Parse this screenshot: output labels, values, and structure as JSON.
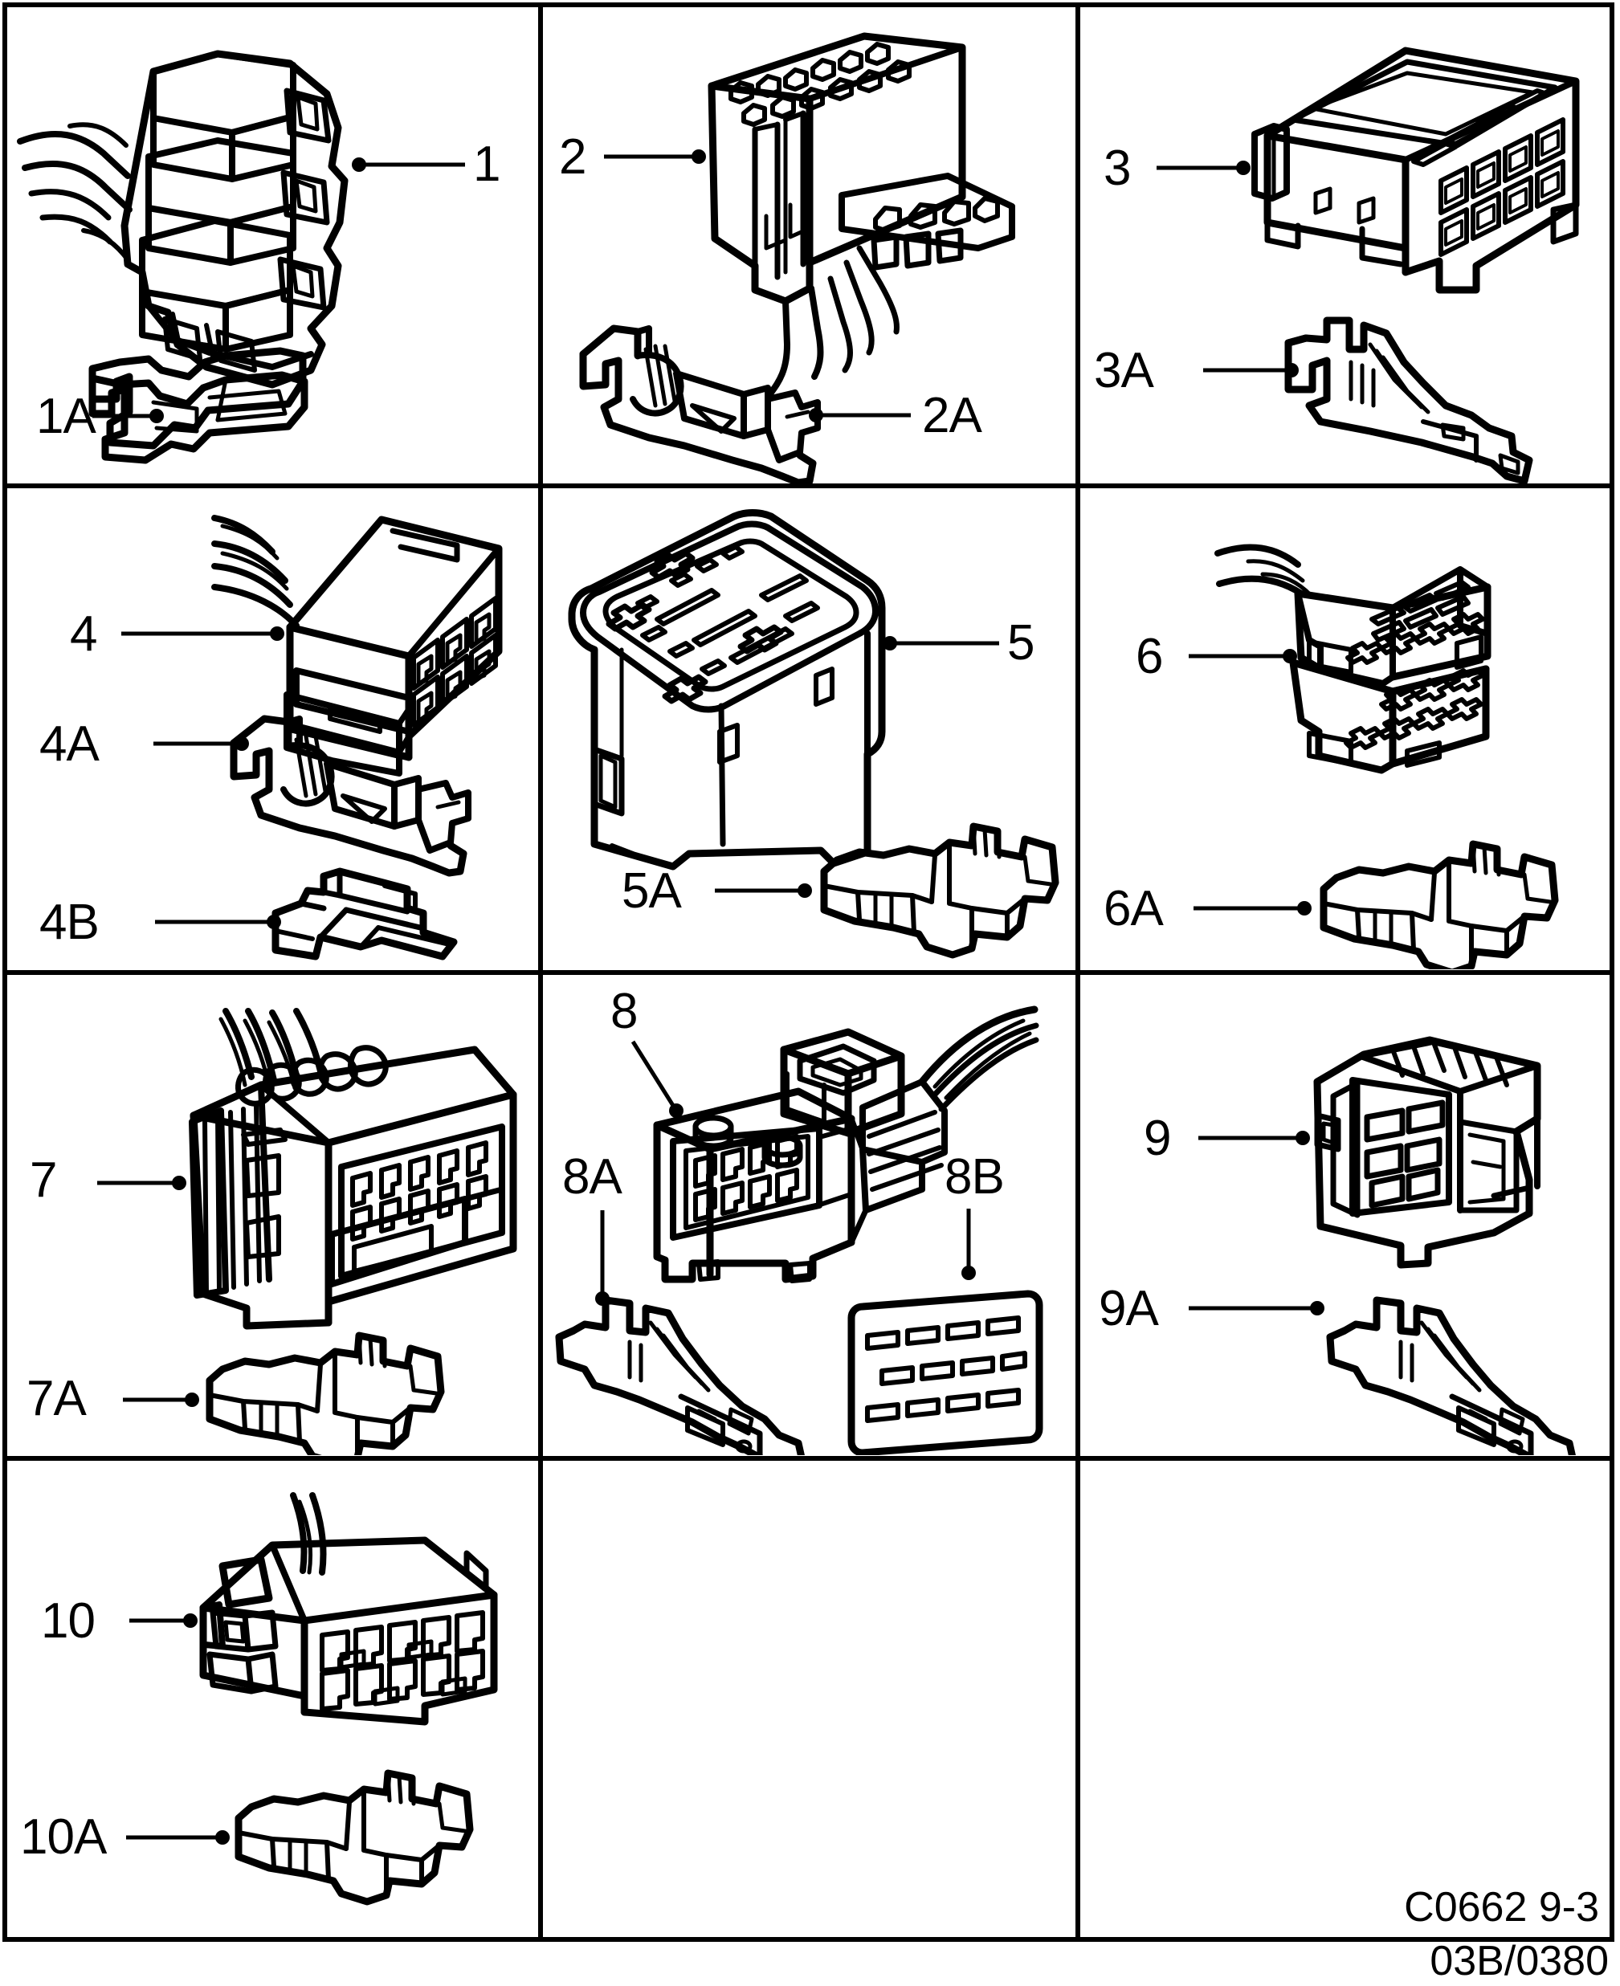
{
  "document": {
    "type": "automotive-wiring-connector-parts-plate",
    "description": "Exploded parts plate showing ten electrical connector housings with their matching terminal pins",
    "background_color": "#ffffff",
    "line_color": "#000000",
    "grid": {
      "columns": 3,
      "rows": 4
    }
  },
  "footer": {
    "reference_code": "C0662 9-3",
    "plate_code": "03B/0380"
  },
  "cells": [
    {
      "position": "row1-col1",
      "parts": [
        {
          "id": "1",
          "label": "1",
          "kind": "connector-housing",
          "description": "multi-way stacked fuse/relay holder with wire bundle",
          "label_side": "right"
        },
        {
          "id": "1A",
          "label": "1A",
          "kind": "terminal-pin",
          "description": "flat blade female terminal",
          "label_side": "left"
        }
      ]
    },
    {
      "position": "row1-col2",
      "parts": [
        {
          "id": "2",
          "label": "2",
          "kind": "connector-housing",
          "description": "multi-cavity connector block with secondary lock and wire exit",
          "label_side": "left"
        },
        {
          "id": "2A",
          "label": "2A",
          "kind": "terminal-pin",
          "description": "crimp terminal with wire barrel",
          "label_side": "right"
        }
      ]
    },
    {
      "position": "row1-col3",
      "parts": [
        {
          "id": "3",
          "label": "3",
          "kind": "connector-housing",
          "description": "eight-cavity rectangular connector housing",
          "label_side": "left"
        },
        {
          "id": "3A",
          "label": "3A",
          "kind": "terminal-pin",
          "description": "female box terminal",
          "label_side": "left"
        }
      ]
    },
    {
      "position": "row2-col1",
      "parts": [
        {
          "id": "4",
          "label": "4",
          "kind": "connector-housing",
          "description": "twelve-cavity connector with wire bundle and slide lock",
          "label_side": "left"
        },
        {
          "id": "4A",
          "label": "4A",
          "kind": "terminal-pin",
          "description": "crimp terminal with wire barrel",
          "label_side": "left"
        },
        {
          "id": "4B",
          "label": "4B",
          "kind": "secondary-lock",
          "description": "secondary locking wedge",
          "label_side": "left"
        }
      ]
    },
    {
      "position": "row2-col2",
      "parts": [
        {
          "id": "5",
          "label": "5",
          "kind": "relay",
          "description": "cube relay with terminal layout printed on top",
          "label_side": "right"
        },
        {
          "id": "5A",
          "label": "5A",
          "kind": "terminal-pin",
          "description": "relay socket terminal",
          "label_side": "left"
        }
      ]
    },
    {
      "position": "row2-col3",
      "parts": [
        {
          "id": "6",
          "label": "6",
          "kind": "connector-housing",
          "description": "two-row eight-cavity connector with wires",
          "label_side": "left"
        },
        {
          "id": "6A",
          "label": "6A",
          "kind": "terminal-pin",
          "description": "socket terminal",
          "label_side": "left"
        }
      ]
    },
    {
      "position": "row3-col1",
      "parts": [
        {
          "id": "7",
          "label": "7",
          "kind": "connector-housing",
          "description": "large ribbed multi-way connector with wire bundle",
          "label_side": "left"
        },
        {
          "id": "7A",
          "label": "7A",
          "kind": "terminal-pin",
          "description": "socket terminal",
          "label_side": "left"
        }
      ]
    },
    {
      "position": "row3-col2",
      "parts": [
        {
          "id": "8",
          "label": "8",
          "kind": "connector-housing",
          "description": "ten-cavity header connector with wire bundle",
          "label_side": "left"
        },
        {
          "id": "8A",
          "label": "8A",
          "kind": "terminal-pin",
          "description": "flat blade terminal",
          "label_side": "left"
        },
        {
          "id": "8B",
          "label": "8B",
          "kind": "cover-plate",
          "description": "slotted terminal retainer plate",
          "label_side": "right"
        }
      ]
    },
    {
      "position": "row3-col3",
      "parts": [
        {
          "id": "9",
          "label": "9",
          "kind": "connector-housing",
          "description": "sealed connector housing with terminal cavities",
          "label_side": "left"
        },
        {
          "id": "9A",
          "label": "9A",
          "kind": "terminal-pin",
          "description": "flat blade terminal",
          "label_side": "left"
        }
      ]
    },
    {
      "position": "row4-col1",
      "parts": [
        {
          "id": "10",
          "label": "10",
          "kind": "connector-housing",
          "description": "twelve-cavity connector with wire exit and latch",
          "label_side": "left"
        },
        {
          "id": "10A",
          "label": "10A",
          "kind": "terminal-pin",
          "description": "socket terminal",
          "label_side": "left"
        }
      ]
    },
    {
      "position": "row4-col2",
      "parts": []
    },
    {
      "position": "row4-col3",
      "parts": []
    }
  ]
}
